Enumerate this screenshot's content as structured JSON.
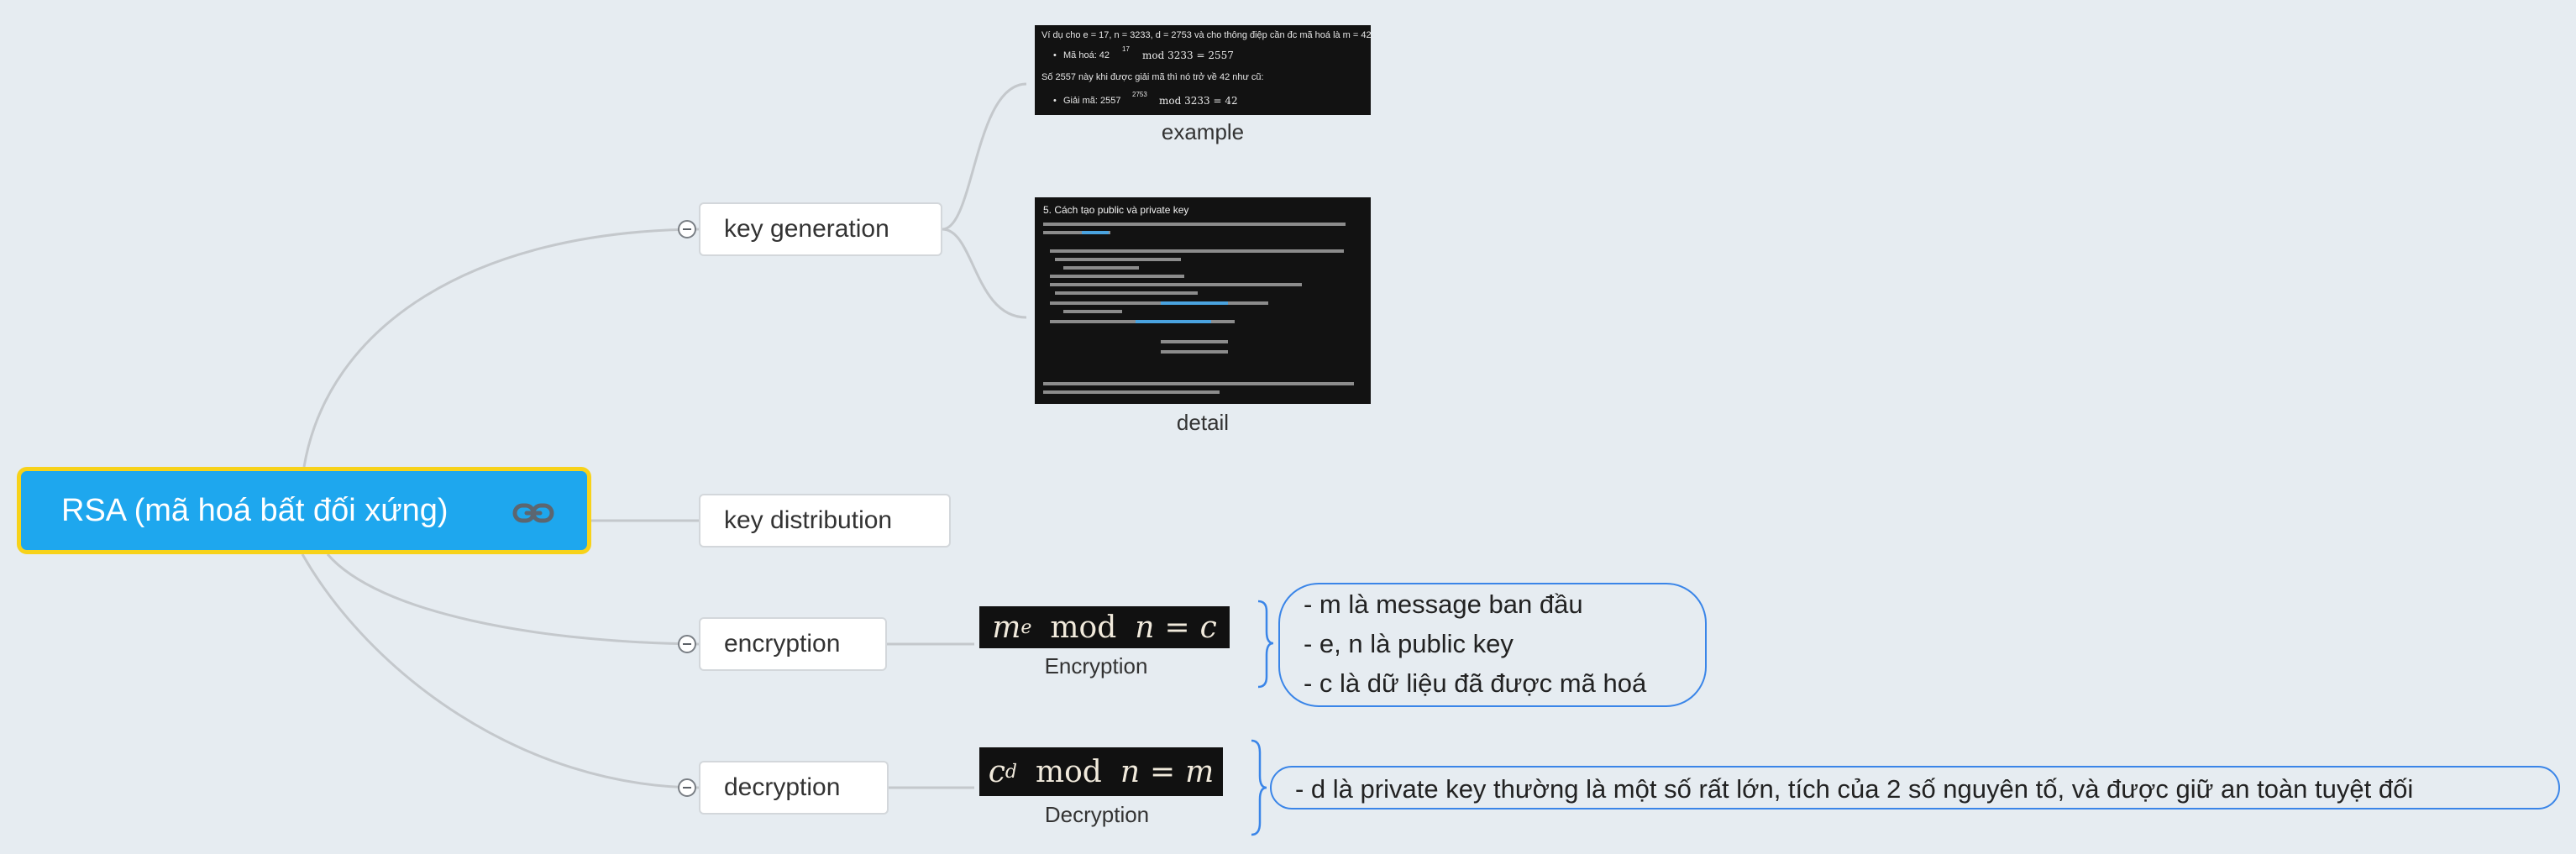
{
  "root": {
    "label": "RSA (mã hoá bất đối xứng)",
    "link_icon": "link-icon"
  },
  "branches": {
    "key_generation": {
      "label": "key generation",
      "example": {
        "caption": "example",
        "lines": [
          "Ví dụ cho e = 17, n = 3233, d = 2753 và cho thông điệp cần đc mã hoá là m = 42",
          "Mã hoá: 42",
          "17",
          "mod  3233 = 2557",
          "Số 2557 này khi được giải mã thì nó trở về 42 như cũ:",
          "Giải mã: 2557",
          "2753",
          "mod  3233 = 42"
        ]
      },
      "detail": {
        "caption": "detail",
        "title": "5. Cách tạo public và private key"
      }
    },
    "key_distribution": {
      "label": "key distribution"
    },
    "encryption": {
      "label": "encryption",
      "formula": {
        "base": "m",
        "sup": "e",
        "mod": "mod",
        "n": "n",
        "eq": "=",
        "result": "c"
      },
      "caption": "Encryption",
      "notes": [
        "- m là message ban đầu",
        "- e, n là public key",
        "- c là dữ liệu đã được mã hoá"
      ]
    },
    "decryption": {
      "label": "decryption",
      "formula": {
        "base": "c",
        "sup": "d",
        "mod": "mod",
        "n": "n",
        "eq": "=",
        "result": "m"
      },
      "caption": "Decryption",
      "notes": [
        "- d là private key thường là một số rất lớn, tích của 2 số nguyên tố, và được giữ an toàn tuyệt đối"
      ]
    }
  },
  "colors": {
    "background": "#e6ecf1",
    "root_fill": "#1ea7ee",
    "root_border": "#f7d21a",
    "connector": "#c4c8cc",
    "note_border": "#3a85e8"
  }
}
